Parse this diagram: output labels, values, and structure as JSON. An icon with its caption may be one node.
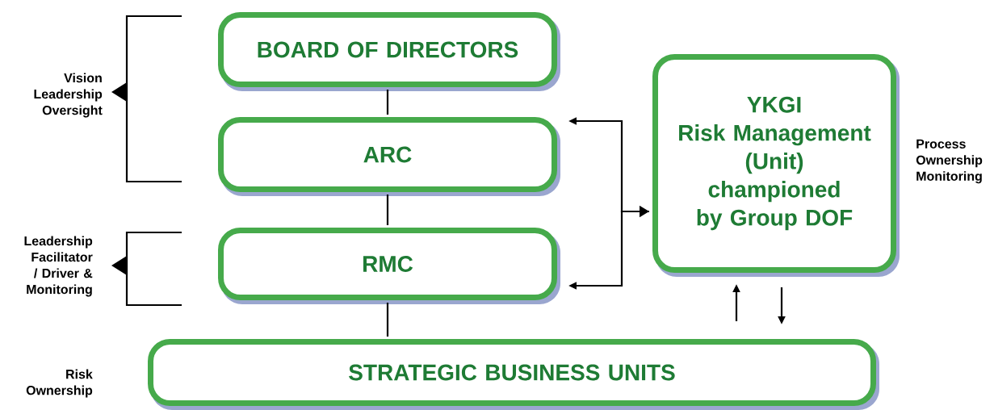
{
  "diagram": {
    "nodes": [
      {
        "text": [
          "BOARD OF DIRECTORS"
        ]
      },
      {
        "text": [
          "ARC"
        ]
      },
      {
        "text": [
          "RMC"
        ]
      },
      {
        "text": [
          "STRATEGIC BUSINESS UNITS"
        ]
      },
      {
        "text": [
          "YKGI",
          "Risk Management (Unit) championed by Group DOF"
        ]
      }
    ],
    "edges": [
      {
        "from": 0,
        "to": 1,
        "arrow": "none"
      },
      {
        "from": 1,
        "to": 2,
        "arrow": "none"
      },
      {
        "from": 2,
        "to": 3,
        "arrow": "none"
      },
      {
        "from": 4,
        "to": 1,
        "arrow": "both"
      },
      {
        "from": 4,
        "to": 2,
        "arrow": "to"
      },
      {
        "from": 3,
        "to": 4,
        "arrow": "to"
      },
      {
        "from": 4,
        "to": 3,
        "arrow": "to"
      }
    ],
    "labels": [
      "Vision Leadership Oversight",
      "Leadership Facilitator / Driver & Monitoring",
      "Risk Ownership",
      "Process Ownership Monitoring"
    ]
  }
}
